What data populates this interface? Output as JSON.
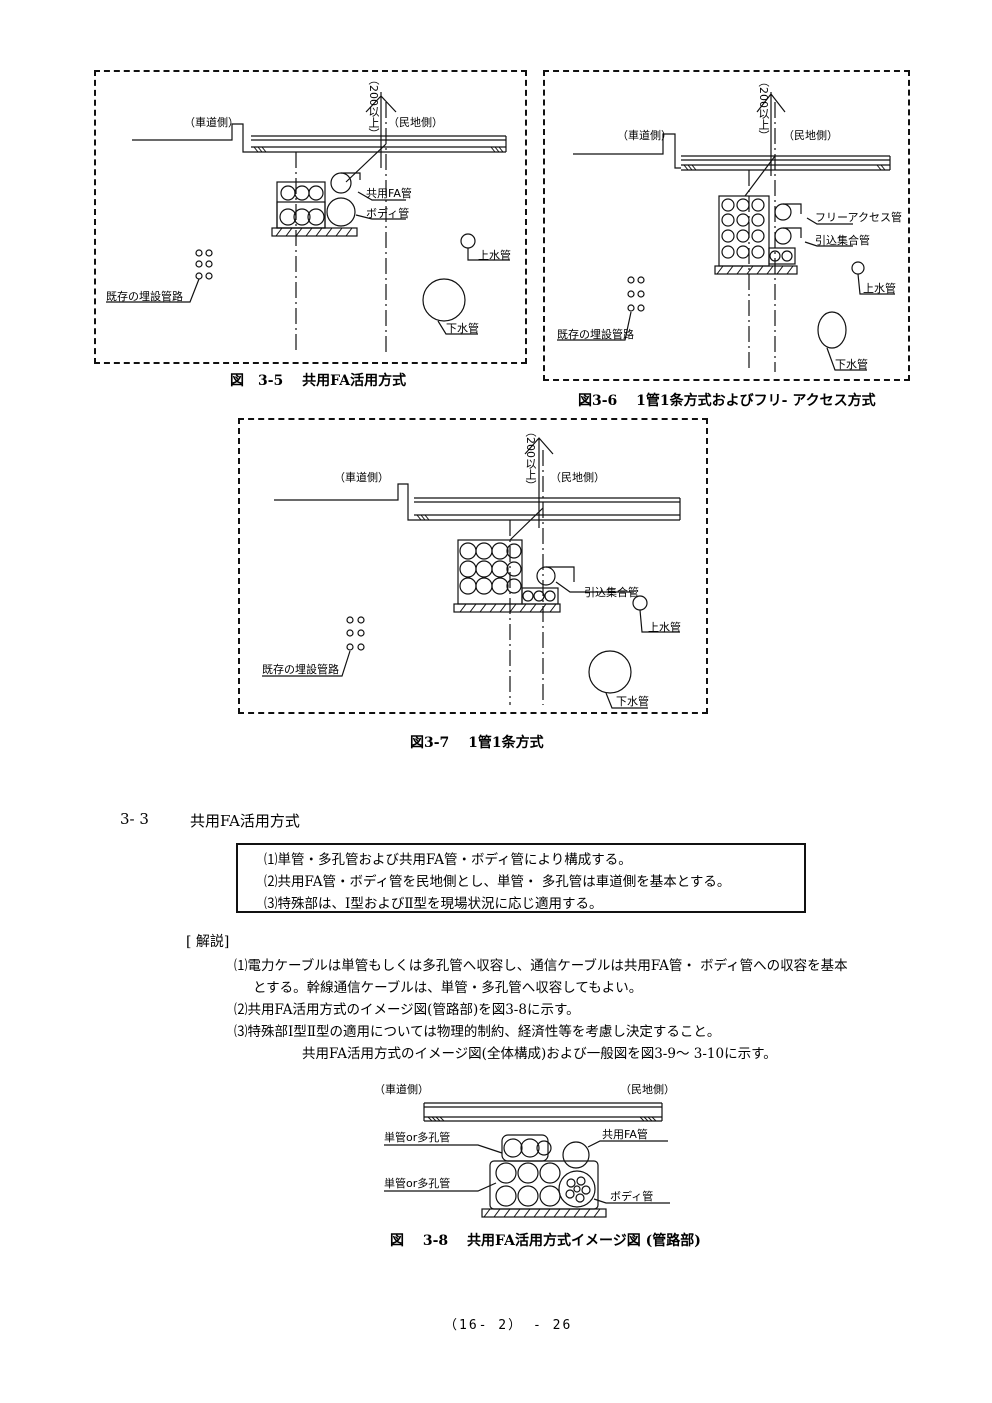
{
  "labels": {
    "road_side": "（車道側）",
    "private_side": "（民地側）",
    "depth": "（200以上）",
    "shared_fa": "共用FA管",
    "body_pipe": "ボディ管",
    "water_pipe": "上水管",
    "sewer_pipe": "下水管",
    "existing": "既存の埋設管路",
    "free_access": "フリーアクセス管",
    "service_collect": "引込集合管",
    "single_multi": "単管or多孔管"
  },
  "captions": {
    "fig35": "図　3-5　 共用FA活用方式",
    "fig36": "図3-6　 1管1条方式およびフリ- アクセス方式",
    "fig37": "図3-7　 1管1条方式",
    "fig38": "図　 3-8　 共用FA活用方式イメージ図 (管路部)"
  },
  "section": {
    "number": "3- 3",
    "title": "共用FA活用方式"
  },
  "box": [
    "⑴単管・多孔管および共用FA管・ボディ管により構成する。",
    "⑵共用FA管・ボディ管を民地側とし、単管・ 多孔管は車道側を基本とする。",
    "⑶特殊部は、Ⅰ型およびⅡ型を現場状況に応じ適用する。"
  ],
  "commentary": {
    "heading": "[ 解説]",
    "lines": [
      "⑴電力ケーブルは単管もしくは多孔管へ収容し、通信ケーブルは共用FA管・ ボディ管への収容を基本",
      "とする。幹線通信ケーブルは、単管・多孔管へ収容してもよい。",
      "⑵共用FA活用方式のイメージ図(管路部)を図3-8に示す。",
      "⑶特殊部Ⅰ型Ⅱ型の適用については物理的制約、経済性等を考慮し決定すること。",
      "共用FA活用方式のイメージ図(全体構成)および一般図を図3-9～ 3-10に示す。"
    ]
  },
  "footer": "（16- 2） - 26"
}
